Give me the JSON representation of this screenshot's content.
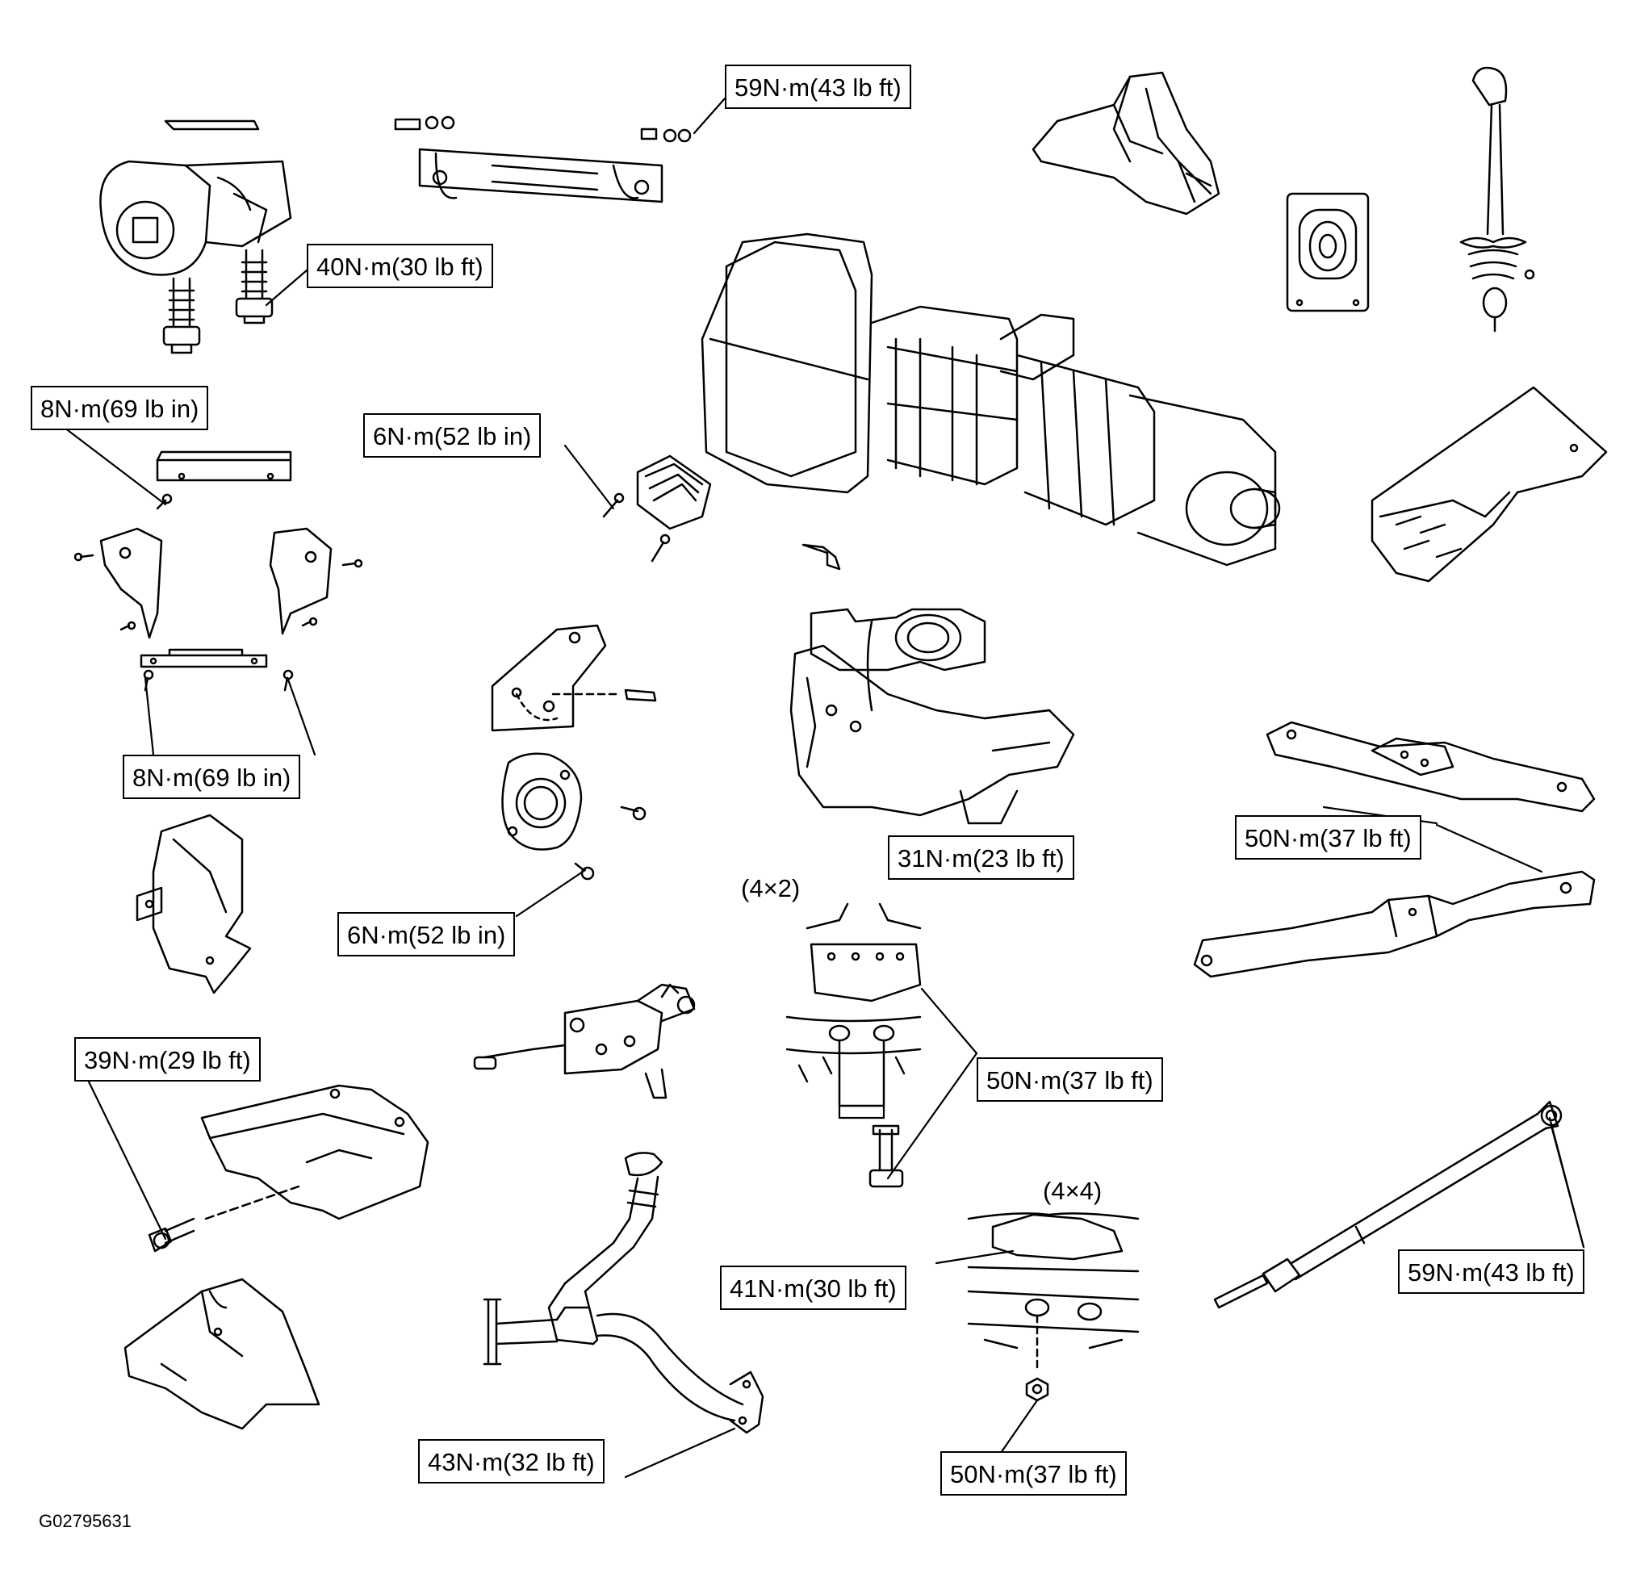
{
  "figure_id": "G02795631",
  "variants": {
    "two_wd": "(4×2)",
    "four_wd": "(4×4)"
  },
  "callouts": [
    {
      "id": "c59-top",
      "text": "59N·m(43 lb ft)"
    },
    {
      "id": "c40-transfer",
      "text": "40N·m(30 lb ft)"
    },
    {
      "id": "c8-upper",
      "text": "8N·m(69 lb in)"
    },
    {
      "id": "c6-upper",
      "text": "6N·m(52 lb in)"
    },
    {
      "id": "c8-lower",
      "text": "8N·m(69 lb in)"
    },
    {
      "id": "c31",
      "text": "31N·m(23 lb ft)"
    },
    {
      "id": "c50-crossmember",
      "text": "50N·m(37 lb ft)"
    },
    {
      "id": "c6-lower",
      "text": "6N·m(52 lb in)"
    },
    {
      "id": "c39",
      "text": "39N·m(29 lb ft)"
    },
    {
      "id": "c50-4x2",
      "text": "50N·m(37 lb ft)"
    },
    {
      "id": "c41",
      "text": "41N·m(30 lb ft)"
    },
    {
      "id": "c59-driveshaft",
      "text": "59N·m(43 lb ft)"
    },
    {
      "id": "c43",
      "text": "43N·m(32 lb ft)"
    },
    {
      "id": "c50-4x4",
      "text": "50N·m(37 lb ft)"
    }
  ]
}
